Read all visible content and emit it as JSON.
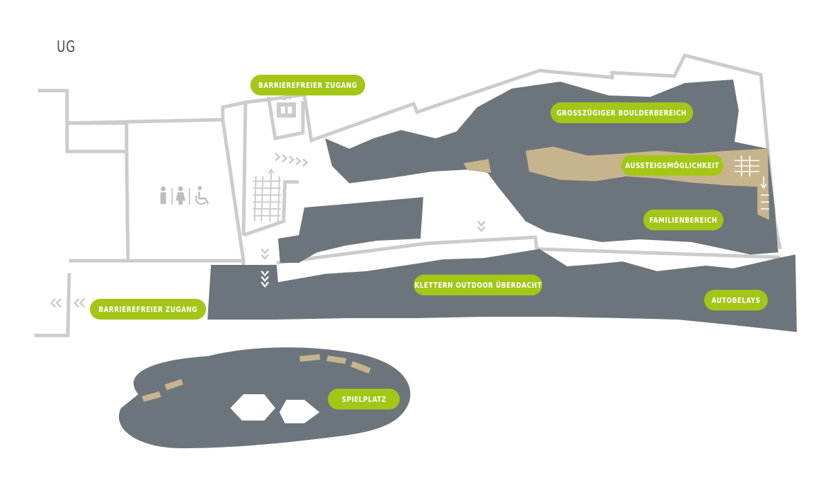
{
  "floor": {
    "label": "UG"
  },
  "accent": "#a3c617",
  "area_color": "#6d757c",
  "wall_color": "#cccccc",
  "exit_color": "#c8b48c",
  "labels": {
    "barrierefreier_zugang_top": "BARRIEREFREIER ZUGANG",
    "barrierefreier_zugang_left": "BARRIEREFREIER ZUGANG",
    "boulderbereich": "GROSSZÜGIGER BOULDERBEREICH",
    "aussteigsmoeglichkeit": "AUSSTEIGSMÖGLICHKEIT",
    "familienbereich": "FAMILIENBEREICH",
    "klettern_outdoor": "KLETTERN OUTDOOR ÜBERDACHT",
    "autobelays": "AUTOBELAYS",
    "spielplatz": "SPIELPLATZ"
  },
  "icons": [
    "male-toilet-icon",
    "female-toilet-icon",
    "wheelchair-icon",
    "elevator-icon",
    "stairs-icon",
    "direction-arrow-icon"
  ]
}
